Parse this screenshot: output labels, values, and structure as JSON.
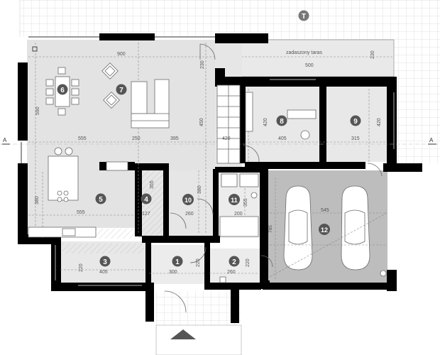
{
  "room_numbers": [
    "1",
    "2",
    "3",
    "4",
    "5",
    "6",
    "7",
    "8",
    "9",
    "10",
    "11",
    "12",
    "T"
  ],
  "terrace_label": "zadaszony taras",
  "section_label": "A",
  "dimensions": {
    "d900": "900",
    "d500": "500",
    "d230": "230",
    "d590": "590",
    "d555": "555",
    "d250": "250",
    "d395": "395",
    "d450": "450",
    "d420": "420",
    "d405": "405",
    "d315": "315",
    "d420b": "420",
    "d380": "380",
    "d380b": "380",
    "d355": "355",
    "d127": "127",
    "d260": "260",
    "d555b": "555",
    "d355b": "355",
    "d200": "200",
    "d545": "545",
    "d785": "785",
    "d220": "220",
    "d405b": "405",
    "d300": "300",
    "d220b": "220",
    "d260b": "260",
    "d220c": "220"
  }
}
